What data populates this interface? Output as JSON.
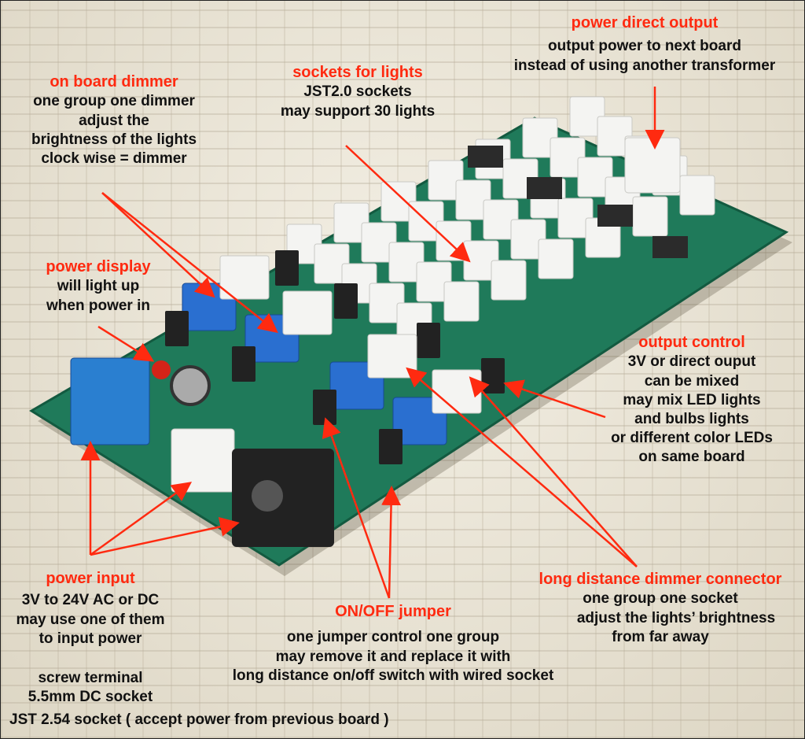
{
  "colors": {
    "label_title": "#ff2a10",
    "label_text": "#111111",
    "arrow": "#ff2a10",
    "board": "#1f7a5a",
    "socket": "#f4f4f2",
    "potentiometer": "#2a6fd0",
    "jumper": "#222222"
  },
  "annotations": {
    "dimmer": {
      "title": "on board dimmer",
      "lines": [
        "one group one dimmer",
        "adjust the",
        "brightness of the lights",
        "clock wise = dimmer"
      ]
    },
    "sockets": {
      "title": "sockets for lights",
      "lines": [
        "JST2.0 sockets",
        "may support 30 lights"
      ]
    },
    "direct": {
      "title": "power direct output",
      "lines": [
        "output power to next board",
        "instead of using another transformer"
      ]
    },
    "display": {
      "title": "power display",
      "lines": [
        "will light up",
        "when power in"
      ]
    },
    "output": {
      "title": "output control",
      "lines": [
        "3V or direct ouput",
        "can be mixed",
        "may mix LED lights",
        "and bulbs lights",
        "or different color LEDs",
        "on same board"
      ]
    },
    "input": {
      "title": "power input",
      "lines": [
        "3V to 24V AC or DC",
        "may use one of them",
        "to input power"
      ],
      "sources": [
        "screw terminal",
        "5.5mm DC socket",
        "JST 2.54 socket ( accept power from previous board )"
      ]
    },
    "jumper": {
      "title": "ON/OFF jumper",
      "lines": [
        "one jumper control one group",
        "may remove it and replace it with",
        "long distance on/off switch with wired socket"
      ]
    },
    "long": {
      "title": "long distance dimmer connector",
      "lines": [
        "one group one socket",
        "adjust the lights’ brightness",
        "from far away"
      ]
    }
  }
}
